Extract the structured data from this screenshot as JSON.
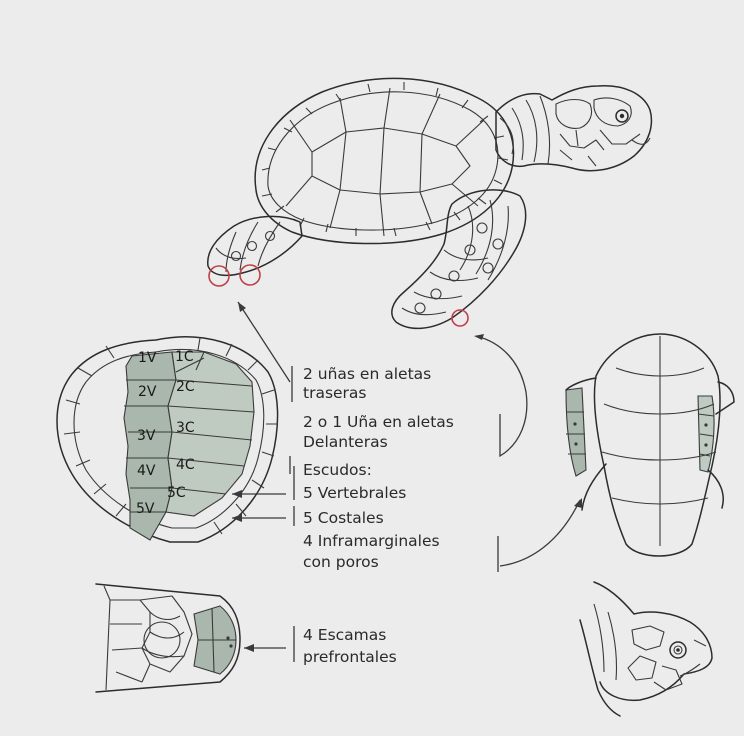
{
  "title_blurred": "",
  "labels": {
    "claws_hind_1": "2 uñas en aletas",
    "claws_hind_2": "traseras",
    "claws_front_1": "2 o 1 Uña en aletas",
    "claws_front_2": "Delanteras",
    "shields_head": "Escudos:",
    "vertebrales": "5 Vertebrales",
    "costales": "5 Costales",
    "inframarginales_1": "4 Inframarginales",
    "inframarginales_2": "con poros",
    "prefrontales_1": "4 Escamas",
    "prefrontales_2": "prefrontales"
  },
  "scute_labels": {
    "vertebral": [
      "1V",
      "2V",
      "3V",
      "4V",
      "5V"
    ],
    "costal": [
      "1C",
      "2C",
      "3C",
      "4C",
      "5C"
    ]
  },
  "colors": {
    "background": "#ececec",
    "ink": "#2c2c2c",
    "scute_highlight": "#a9b7ad",
    "claw_circle": "#c0404a"
  }
}
